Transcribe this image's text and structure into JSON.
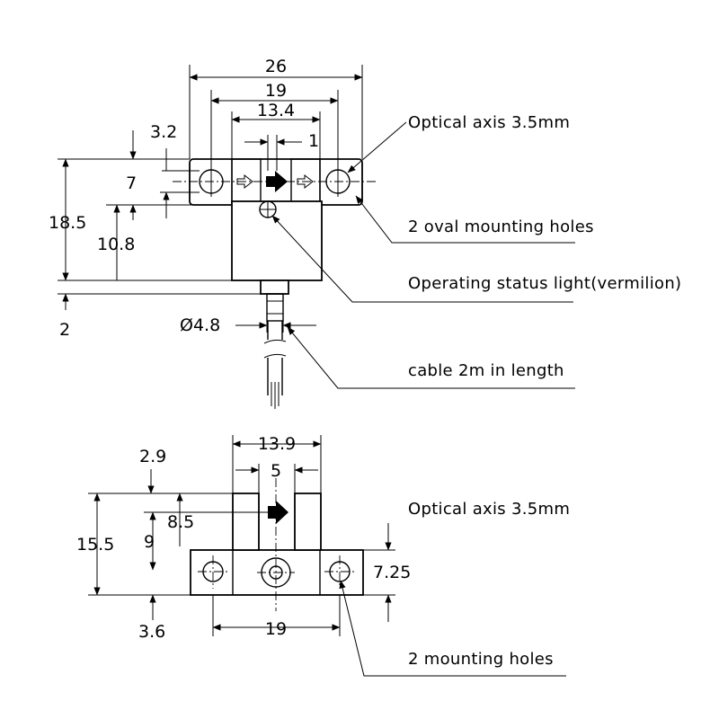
{
  "top_view": {
    "dims": {
      "overall_width": "26",
      "hole_pitch": "19",
      "slot_width": "13.4",
      "gap": "1",
      "flange_offset": "3.2",
      "flange_height": "7",
      "body_height": "18.5",
      "lower_height": "10.8",
      "stub_height": "2",
      "cable_diameter": "Ø4.8"
    },
    "callouts": {
      "optical_axis": "Optical axis 3.5mm",
      "oval_holes": "2 oval mounting holes",
      "status_light": "Operating status light(vermilion)",
      "cable": "cable 2m in length"
    }
  },
  "bottom_view": {
    "dims": {
      "overall_width": "13.9",
      "slot_width": "5",
      "top_offset": "2.9",
      "arm_height": "8.5",
      "axis_height": "9",
      "total_height": "15.5",
      "base_height": "7.25",
      "base_offset": "3.6",
      "hole_pitch": "19"
    },
    "callouts": {
      "optical_axis": "Optical axis 3.5mm",
      "mounting_holes": "2 mounting holes"
    }
  }
}
